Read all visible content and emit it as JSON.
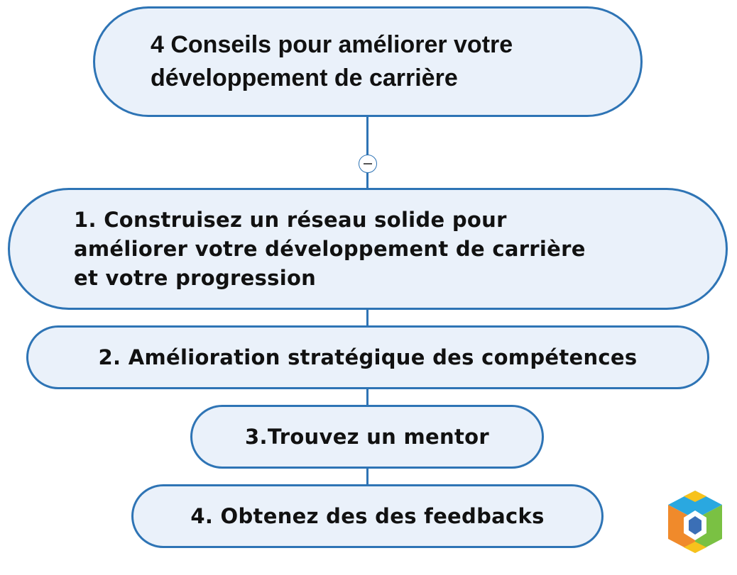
{
  "root": {
    "line1": "4 Conseils pour améliorer votre",
    "line2": "développement de carrière"
  },
  "nodes": [
    {
      "line1": "1. Construisez un réseau solide pour",
      "line2": "améliorer votre développement de carrière",
      "line3": "et votre progression"
    },
    {
      "label": "2. Amélioration stratégique des compétences"
    },
    {
      "label": "3.Trouvez un mentor"
    },
    {
      "label": "4. Obtenez des des feedbacks"
    }
  ],
  "colors": {
    "node_border": "#2e74b5",
    "node_fill": "#eaf1fa",
    "text": "#111111"
  },
  "icons": {
    "collapse": "minus-circle-icon",
    "logo": "cube-logo"
  }
}
